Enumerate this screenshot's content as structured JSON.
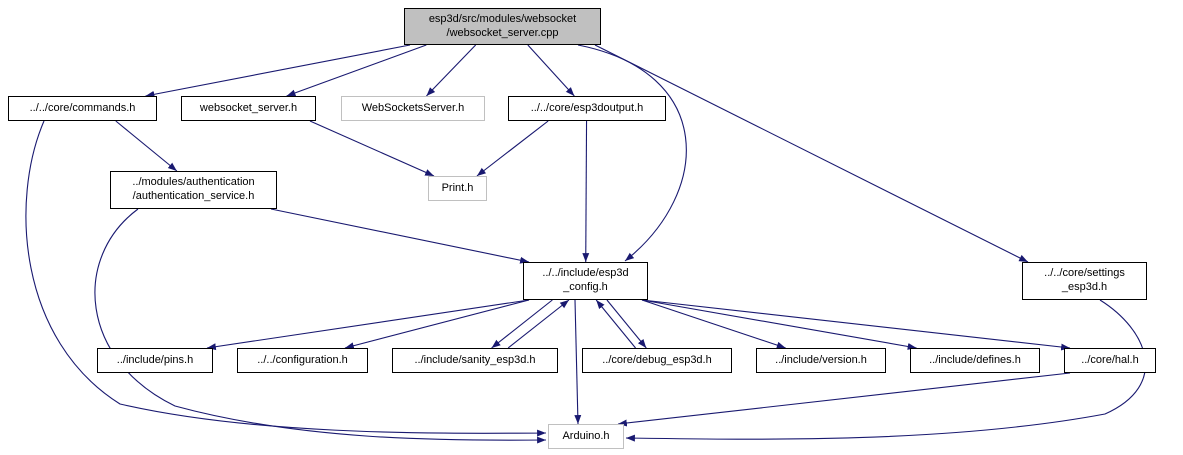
{
  "diagram": {
    "type": "include-dependency-graph",
    "edge_color": "#191970",
    "current_node_fill": "#c0c0c0",
    "external_node_border": "#c0c0c0",
    "nodes": {
      "main": {
        "label": "esp3d/src/modules/websocket\n/websocket_server.cpp",
        "kind": "current"
      },
      "commands": {
        "label": "../../core/commands.h",
        "kind": "internal"
      },
      "websocket_server_h": {
        "label": "websocket_server.h",
        "kind": "internal"
      },
      "websockets_server": {
        "label": "WebSocketsServer.h",
        "kind": "external"
      },
      "esp3doutput": {
        "label": "../../core/esp3doutput.h",
        "kind": "internal"
      },
      "auth_service": {
        "label": "../modules/authentication\n/authentication_service.h",
        "kind": "internal"
      },
      "print": {
        "label": "Print.h",
        "kind": "external"
      },
      "esp3d_config": {
        "label": "../../include/esp3d\n_config.h",
        "kind": "internal"
      },
      "settings_esp3d": {
        "label": "../../core/settings\n_esp3d.h",
        "kind": "internal"
      },
      "pins": {
        "label": "../include/pins.h",
        "kind": "internal"
      },
      "configuration": {
        "label": "../../configuration.h",
        "kind": "internal"
      },
      "sanity": {
        "label": "../include/sanity_esp3d.h",
        "kind": "internal"
      },
      "debug": {
        "label": "../core/debug_esp3d.h",
        "kind": "internal"
      },
      "version": {
        "label": "../include/version.h",
        "kind": "internal"
      },
      "defines": {
        "label": "../include/defines.h",
        "kind": "internal"
      },
      "hal": {
        "label": "../core/hal.h",
        "kind": "internal"
      },
      "arduino": {
        "label": "Arduino.h",
        "kind": "external"
      }
    },
    "edges": [
      {
        "from": "main",
        "to": "commands"
      },
      {
        "from": "main",
        "to": "websocket_server_h"
      },
      {
        "from": "main",
        "to": "websockets_server"
      },
      {
        "from": "main",
        "to": "esp3doutput"
      },
      {
        "from": "main",
        "to": "esp3d_config"
      },
      {
        "from": "main",
        "to": "settings_esp3d"
      },
      {
        "from": "commands",
        "to": "auth_service"
      },
      {
        "from": "commands",
        "to": "arduino"
      },
      {
        "from": "auth_service",
        "to": "esp3d_config"
      },
      {
        "from": "auth_service",
        "to": "arduino"
      },
      {
        "from": "websocket_server_h",
        "to": "print"
      },
      {
        "from": "esp3doutput",
        "to": "print"
      },
      {
        "from": "esp3doutput",
        "to": "esp3d_config"
      },
      {
        "from": "esp3d_config",
        "to": "pins"
      },
      {
        "from": "esp3d_config",
        "to": "configuration"
      },
      {
        "from": "esp3d_config",
        "to": "sanity"
      },
      {
        "from": "esp3d_config",
        "to": "debug"
      },
      {
        "from": "esp3d_config",
        "to": "version"
      },
      {
        "from": "esp3d_config",
        "to": "defines"
      },
      {
        "from": "esp3d_config",
        "to": "hal"
      },
      {
        "from": "esp3d_config",
        "to": "arduino"
      },
      {
        "from": "sanity",
        "to": "esp3d_config"
      },
      {
        "from": "debug",
        "to": "esp3d_config"
      },
      {
        "from": "hal",
        "to": "arduino"
      },
      {
        "from": "settings_esp3d",
        "to": "arduino"
      }
    ]
  }
}
